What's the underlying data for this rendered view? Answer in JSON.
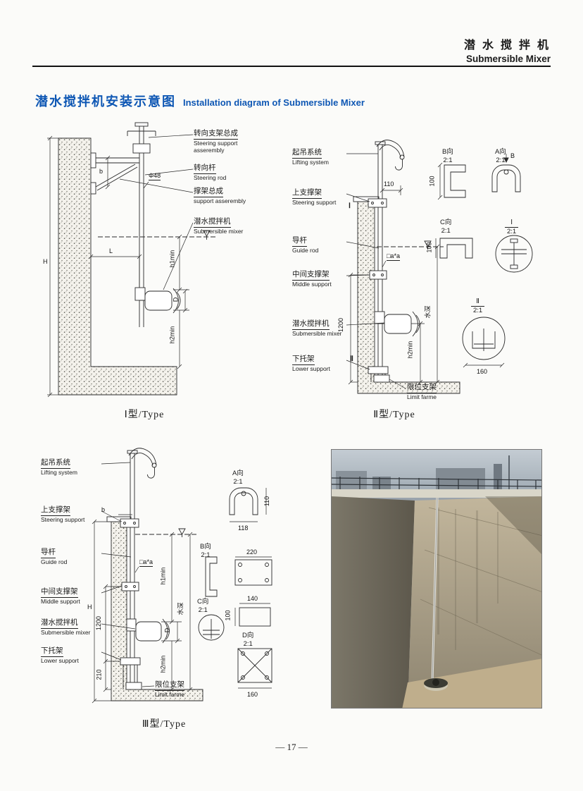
{
  "header": {
    "brand_zh": "潜 水 搅 拌 机",
    "brand_en": "Submersible Mixer"
  },
  "title": {
    "zh": "潜水搅拌机安装示意图",
    "en": "Installation diagram of Submersible Mixer"
  },
  "colors": {
    "title_blue": "#0e57b4"
  },
  "type1": {
    "caption": "Ⅰ型/Type",
    "labels": [
      {
        "zh": "转向支架总成",
        "en": "Steering support asserembly"
      },
      {
        "zh": "转向杆",
        "en": "Steering rod"
      },
      {
        "zh": "撑架总成",
        "en": "support asserembly"
      },
      {
        "zh": "潜水搅拌机",
        "en": "Submersible mixer"
      }
    ],
    "dims": {
      "dia": "Φ48",
      "H": "H",
      "L": "L",
      "b": "b",
      "h1": "h1min",
      "D": "D",
      "h2": "h2min"
    }
  },
  "type2": {
    "caption": "Ⅱ型/Type",
    "labels": [
      {
        "zh": "起吊系统",
        "en": "Lifting system"
      },
      {
        "zh": "上支撑架",
        "en": "Steering support"
      },
      {
        "zh": "导杆",
        "en": "Guide rod"
      },
      {
        "zh": "中间支撑架",
        "en": "Middle support"
      },
      {
        "zh": "潜水搅拌机",
        "en": "Submersible mixer"
      },
      {
        "zh": "下托架",
        "en": "Lower support"
      },
      {
        "zh": "限位支架",
        "en": "Limit farme"
      }
    ],
    "dims": {
      "w110": "110",
      "aa": "□a*a",
      "v1200": "1200",
      "h2": "h2min",
      "depth": "水深"
    },
    "markers": {
      "m1": "Ⅰ",
      "m2": "Ⅱ"
    },
    "details": {
      "b_view": {
        "label": "B向",
        "scale": "2:1",
        "dim": "100"
      },
      "a_view": {
        "label": "A向",
        "scale": "2:1",
        "dim": "B"
      },
      "c_view": {
        "label": "C向",
        "scale": "2:1",
        "dim": "100"
      },
      "sec1": {
        "label": "Ⅰ",
        "scale": "2:1"
      },
      "sec2": {
        "label": "Ⅱ",
        "scale": "2:1",
        "dim": "160"
      }
    }
  },
  "type3": {
    "caption": "Ⅲ型/Type",
    "labels": [
      {
        "zh": "起吊系统",
        "en": "Lifting system"
      },
      {
        "zh": "上支撑架",
        "en": "Steering support"
      },
      {
        "zh": "导杆",
        "en": "Guide rod"
      },
      {
        "zh": "中间支撑架",
        "en": "Middle support"
      },
      {
        "zh": "潜水搅拌机",
        "en": "Submersible mixer"
      },
      {
        "zh": "下托架",
        "en": "Lower support"
      },
      {
        "zh": "限位支架",
        "en": "Limit farme"
      }
    ],
    "dims": {
      "H": "H",
      "b": "b",
      "aa": "□a*a",
      "depth": "水深",
      "h1": "h1min",
      "D": "D",
      "h2": "h2min",
      "v1200": "1200",
      "w210": "210"
    },
    "details": {
      "a_view": {
        "label": "A向",
        "scale": "2:1",
        "dims": [
          "110",
          "118"
        ]
      },
      "b_view": {
        "label": "B向",
        "scale": "2:1",
        "dims": [
          "220"
        ]
      },
      "c_view": {
        "label": "C向",
        "scale": "2:1",
        "dims": [
          "140",
          "100"
        ]
      },
      "d_view": {
        "label": "D向",
        "scale": "2:1",
        "dims": [
          "160"
        ]
      }
    }
  },
  "page_number": "— 17 —"
}
